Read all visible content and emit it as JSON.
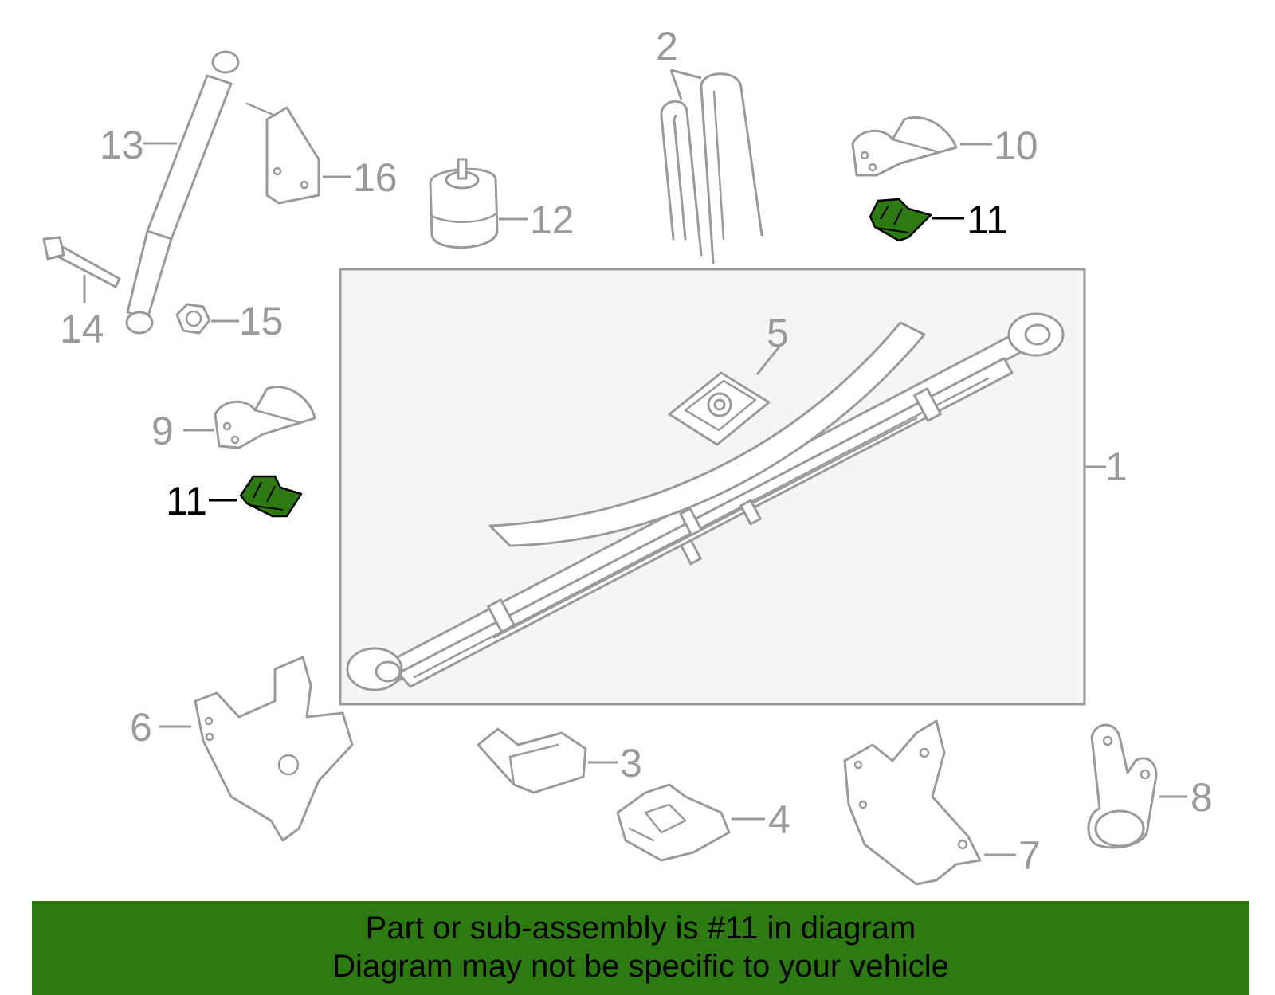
{
  "diagram": {
    "highlighted_part": "11",
    "highlight_color": "#2e7a12",
    "callouts": {
      "c1": "1",
      "c2": "2",
      "c3": "3",
      "c4": "4",
      "c5": "5",
      "c6": "6",
      "c7": "7",
      "c8": "8",
      "c9": "9",
      "c10": "10",
      "c11a": "11",
      "c11b": "11",
      "c12": "12",
      "c13": "13",
      "c14": "14",
      "c15": "15",
      "c16": "16"
    }
  },
  "banner": {
    "line1": "Part or sub-assembly is #11 in diagram",
    "line2": "Diagram may not be specific to your vehicle",
    "background": "#2e7a12"
  }
}
